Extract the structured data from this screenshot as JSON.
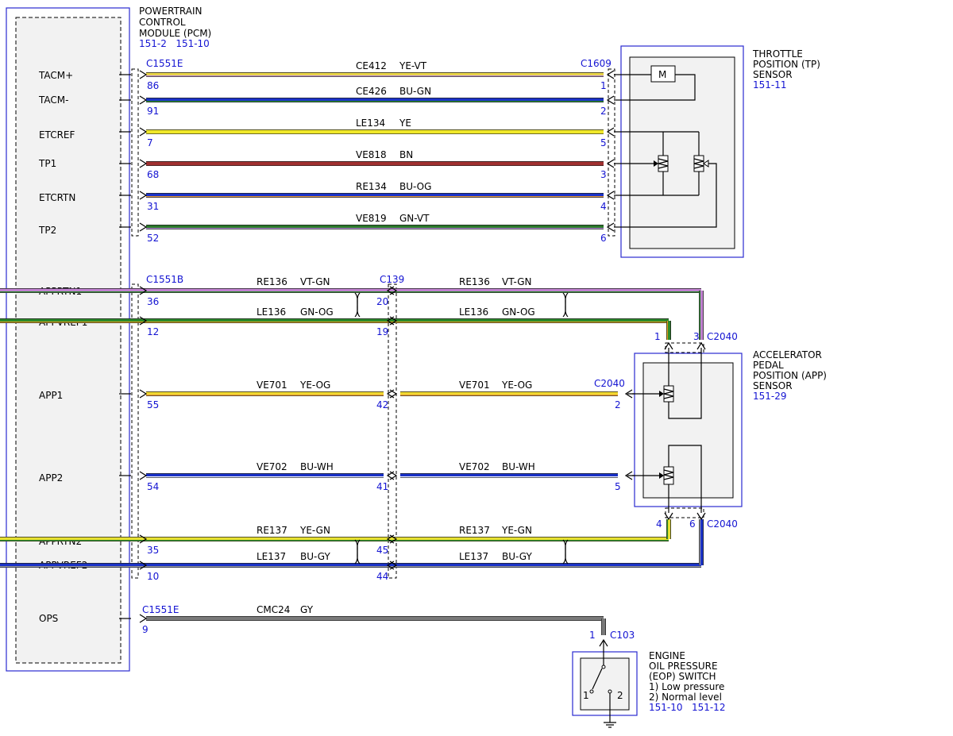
{
  "colors": {
    "YE-VT": [
      "#e8d44a",
      "#b88ad8"
    ],
    "BU-GN": [
      "#1a32c8",
      "#2a8a2a"
    ],
    "YE": [
      "#f0e82a",
      "#f0e82a"
    ],
    "BN": [
      "#a03030",
      "#a03030"
    ],
    "BU-OG": [
      "#1a32c8",
      "#e89a3a"
    ],
    "GN-VT": [
      "#2a7a2a",
      "#b88ad8"
    ],
    "VT-GN": [
      "#c080d0",
      "#2a8a2a"
    ],
    "GN-OG": [
      "#2a8a2a",
      "#e0a020"
    ],
    "YE-OG": [
      "#f0d830",
      "#e89a3a"
    ],
    "BU-WH": [
      "#1a32c8",
      "#ffffff"
    ],
    "YE-GN": [
      "#e8e030",
      "#2a8a2a"
    ],
    "BU-GY": [
      "#1a32c8",
      "#9a9a9a"
    ],
    "GY": [
      "#7a7a7a",
      "#7a7a7a"
    ]
  },
  "pcm": {
    "title": [
      "POWERTRAIN",
      "CONTROL",
      "MODULE (PCM)"
    ],
    "refs": "151-2   151-10",
    "pins": [
      "TACM+",
      "TACM-",
      "ETCREF",
      "TP1",
      "ETCRTN",
      "TP2",
      "APPRTN1",
      "APPVREF1",
      "APP1",
      "APP2",
      "APPRTN2",
      "APPVREF2",
      "OPS"
    ]
  },
  "tp_sensor": {
    "title": [
      "THROTTLE",
      "POSITION (TP)",
      "SENSOR"
    ],
    "ref": "151-11",
    "motor_label": "M"
  },
  "app_sensor": {
    "title": [
      "ACCELERATOR",
      "PEDAL",
      "POSITION (APP)",
      "SENSOR"
    ],
    "ref": "151-29"
  },
  "eop_switch": {
    "title": [
      "ENGINE",
      "OIL PRESSURE",
      "(EOP) SWITCH"
    ],
    "notes": [
      "1) Low pressure",
      "2) Normal level"
    ],
    "refs": "151-10   151-12",
    "pos1": "1",
    "pos2": "2"
  },
  "connectors": {
    "c1551e_top": "C1551E",
    "c1609": "C1609",
    "c1551b": "C1551B",
    "c139": "C139",
    "c2040_top": "C2040",
    "c2040_mid": "C2040",
    "c2040_bottom": "C2040",
    "c1551e_bottom": "C1551E",
    "c103": "C103"
  },
  "tp_wires": [
    {
      "circuit": "CE412",
      "color": "YE-VT",
      "pin_left": "86",
      "pin_right": "1"
    },
    {
      "circuit": "CE426",
      "color": "BU-GN",
      "pin_left": "91",
      "pin_right": "2"
    },
    {
      "circuit": "LE134",
      "color": "YE",
      "pin_left": "7",
      "pin_right": "5"
    },
    {
      "circuit": "VE818",
      "color": "BN",
      "pin_left": "68",
      "pin_right": "3"
    },
    {
      "circuit": "RE134",
      "color": "BU-OG",
      "pin_left": "31",
      "pin_right": "4"
    },
    {
      "circuit": "VE819",
      "color": "GN-VT",
      "pin_left": "52",
      "pin_right": "6"
    }
  ],
  "app_wires": [
    {
      "circuit": "RE136",
      "color": "VT-GN",
      "pin_left": "36",
      "pin_mid": "20",
      "pin_right": "3"
    },
    {
      "circuit": "LE136",
      "color": "GN-OG",
      "pin_left": "12",
      "pin_mid": "19",
      "pin_right": "1"
    },
    {
      "circuit": "VE701",
      "color": "YE-OG",
      "pin_left": "55",
      "pin_mid": "42",
      "pin_right": "2"
    },
    {
      "circuit": "VE702",
      "color": "BU-WH",
      "pin_left": "54",
      "pin_mid": "41",
      "pin_right": "5"
    },
    {
      "circuit": "RE137",
      "color": "YE-GN",
      "pin_left": "35",
      "pin_mid": "45",
      "pin_right": "4"
    },
    {
      "circuit": "LE137",
      "color": "BU-GY",
      "pin_left": "10",
      "pin_mid": "44",
      "pin_right": "6"
    }
  ],
  "ops_wire": {
    "circuit": "CMC24",
    "color": "GY",
    "pin_left": "9",
    "pin_right": "1"
  }
}
